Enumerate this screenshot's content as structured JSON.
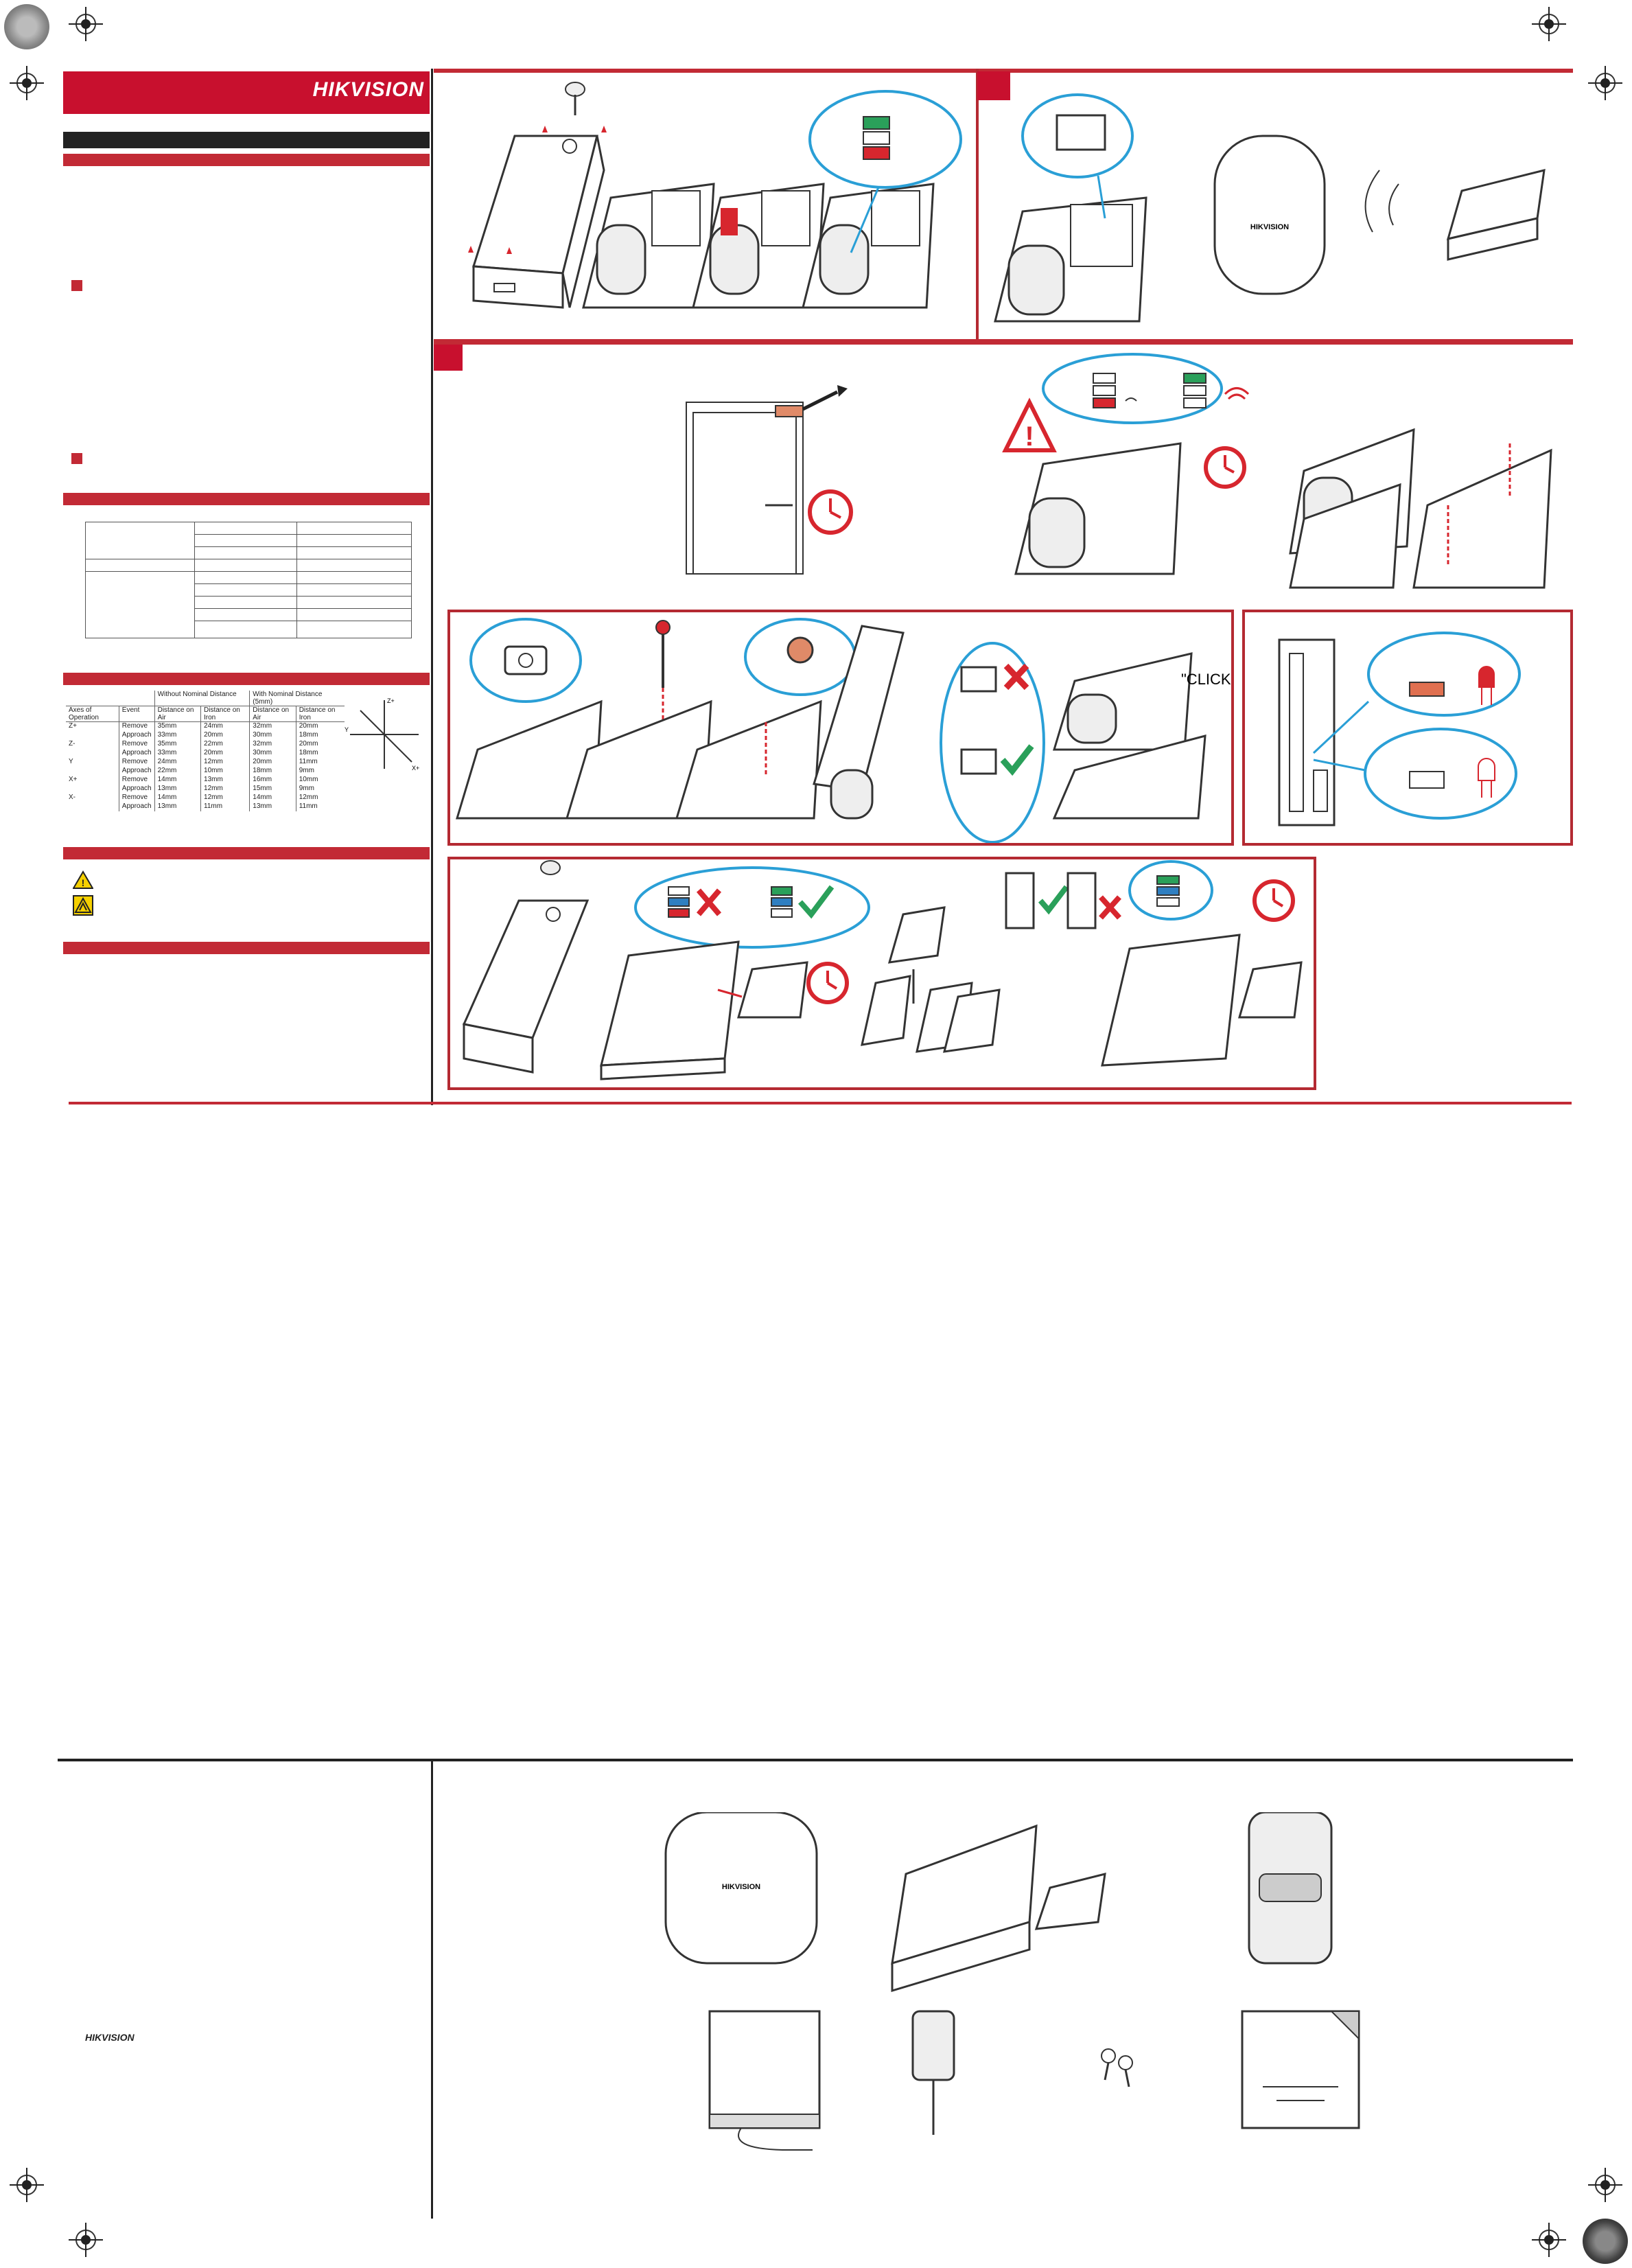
{
  "brand": "HIKVISION",
  "click_text": "\"CLICK!\"",
  "distance_table": {
    "group_headers": [
      "Without Nominal Distance",
      "With Nominal Distance (5mm)"
    ],
    "columns": [
      "Axes of Operation",
      "Event",
      "Distance on Air",
      "Distance on Iron",
      "Distance on Air",
      "Distance on Iron"
    ],
    "rows": [
      [
        "Z+",
        "Remove",
        "35mm",
        "24mm",
        "32mm",
        "20mm"
      ],
      [
        "",
        "Approach",
        "33mm",
        "20mm",
        "30mm",
        "18mm"
      ],
      [
        "Z-",
        "Remove",
        "35mm",
        "22mm",
        "32mm",
        "20mm"
      ],
      [
        "",
        "Approach",
        "33mm",
        "20mm",
        "30mm",
        "18mm"
      ],
      [
        "Y",
        "Remove",
        "24mm",
        "12mm",
        "20mm",
        "11mm"
      ],
      [
        "",
        "Approach",
        "22mm",
        "10mm",
        "18mm",
        "9mm"
      ],
      [
        "X+",
        "Remove",
        "14mm",
        "13mm",
        "16mm",
        "10mm"
      ],
      [
        "",
        "Approach",
        "13mm",
        "12mm",
        "15mm",
        "9mm"
      ],
      [
        "X-",
        "Remove",
        "14mm",
        "12mm",
        "14mm",
        "12mm"
      ],
      [
        "",
        "Approach",
        "13mm",
        "11mm",
        "13mm",
        "11mm"
      ]
    ]
  },
  "axis_labels": {
    "z": "Z+",
    "y": "Y",
    "x": "X+"
  },
  "colors": {
    "brand_red": "#c8102e",
    "led_green": "#2aa05a",
    "led_red": "#d7262e",
    "led_blue": "#2f7fc1",
    "callout_blue": "#2a9fd6",
    "check_green": "#2aa05a",
    "cross_red": "#d7262e"
  },
  "icons": [
    "warning-icon",
    "esd-icon",
    "clock-icon",
    "check-icon",
    "cross-icon",
    "wireless-icon",
    "led-icon"
  ]
}
